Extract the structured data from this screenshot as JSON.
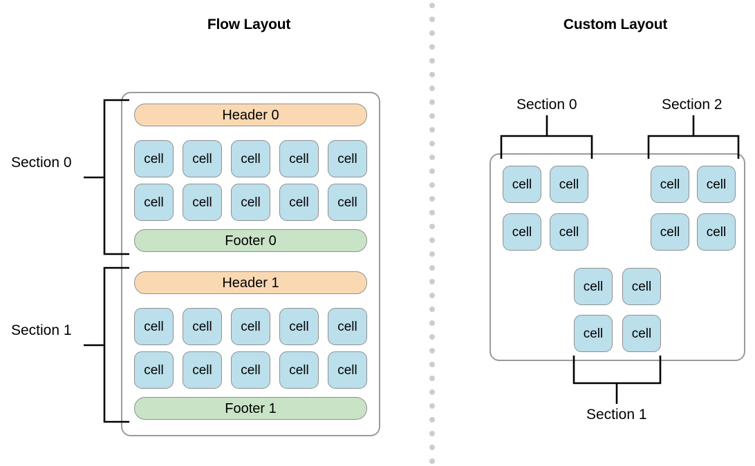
{
  "panels": {
    "flow": {
      "title": "Flow Layout",
      "container_name": "flow-layout-container",
      "sections": [
        {
          "label": "Section 0",
          "header": "Header 0",
          "footer": "Footer 0",
          "rows": [
            [
              "cell",
              "cell",
              "cell",
              "cell",
              "cell"
            ],
            [
              "cell",
              "cell",
              "cell",
              "cell",
              "cell"
            ]
          ]
        },
        {
          "label": "Section 1",
          "header": "Header 1",
          "footer": "Footer 1",
          "rows": [
            [
              "cell",
              "cell",
              "cell",
              "cell",
              "cell"
            ],
            [
              "cell",
              "cell",
              "cell",
              "cell",
              "cell"
            ]
          ]
        }
      ]
    },
    "custom": {
      "title": "Custom Layout",
      "container_name": "custom-layout-container",
      "sections": [
        {
          "label": "Section 0",
          "rows": [
            [
              "cell",
              "cell"
            ],
            [
              "cell",
              "cell"
            ]
          ]
        },
        {
          "label": "Section 2",
          "rows": [
            [
              "cell",
              "cell"
            ],
            [
              "cell",
              "cell"
            ]
          ]
        },
        {
          "label": "Section 1",
          "rows": [
            [
              "cell",
              "cell"
            ],
            [
              "cell",
              "cell"
            ]
          ]
        }
      ]
    }
  },
  "divider": {
    "style": "dotted-vertical",
    "dot_color": "#cdcdcd"
  },
  "colors": {
    "cell_fill": "#bbdfeb",
    "header_fill": "#fad9b2",
    "footer_fill": "#c9e3c6",
    "stroke": "#8f8f8f",
    "container_stroke": "#9a9a9a",
    "bracket_stroke": "#000000",
    "background": "#ffffff"
  }
}
